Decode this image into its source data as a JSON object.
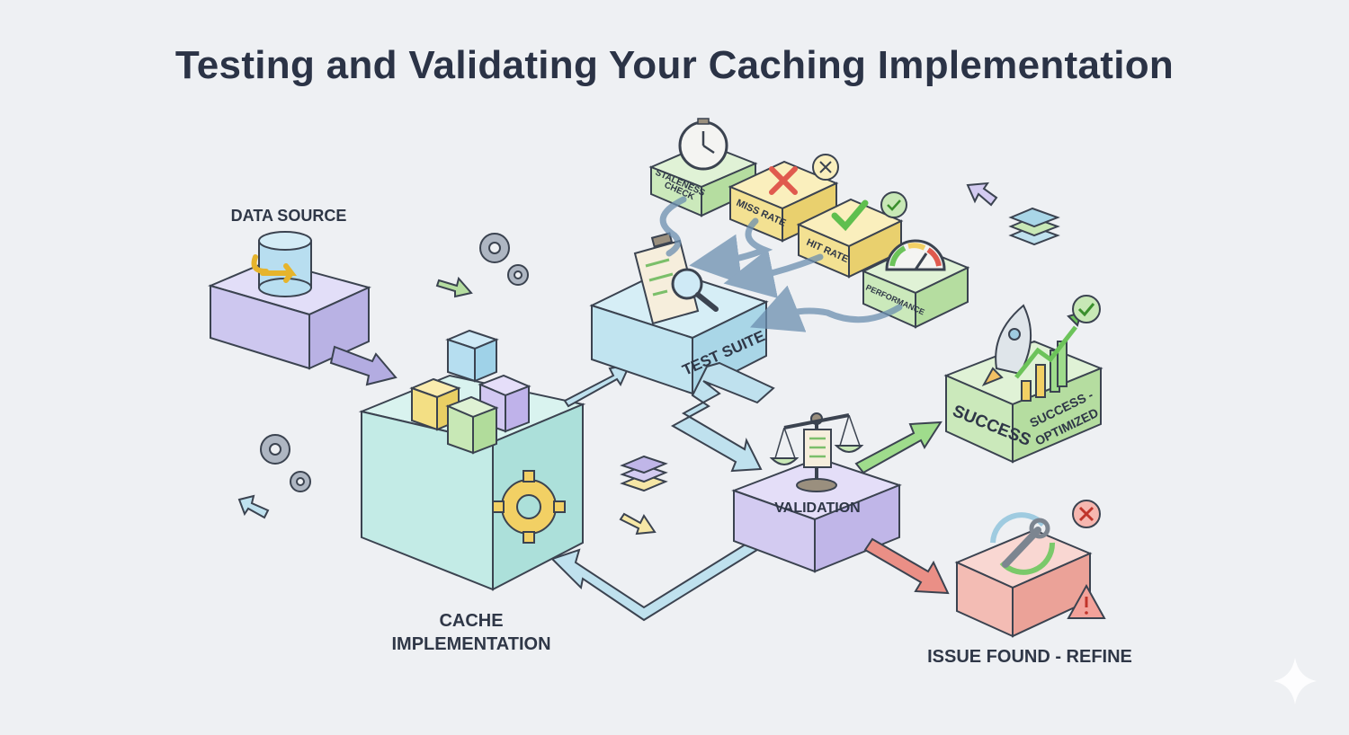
{
  "title": "Testing and Validating Your Caching Implementation",
  "nodes": {
    "data_source": "DATA SOURCE",
    "cache_impl_line1": "CACHE",
    "cache_impl_line2": "IMPLEMENTATION",
    "test_suite": "TEST SUITE",
    "validation": "VALIDATION",
    "success": "SUCCESS",
    "success_optimized_line1": "SUCCESS -",
    "success_optimized_line2": "OPTIMIZED",
    "issue": "ISSUE FOUND - REFINE"
  },
  "checks": {
    "staleness_line1": "STALENESS",
    "staleness_line2": "CHECK",
    "miss_rate": "MISS RATE",
    "hit_rate": "HIT RATE",
    "performance": "PERFORMANCE"
  },
  "colors": {
    "purple": "#d6d2f2",
    "teal": "#c9ece8",
    "blue": "#c8e6f0",
    "green": "#d3ecc9",
    "yellow": "#f6e7a6",
    "red": "#f4b9b3",
    "outline": "#3b4350"
  }
}
